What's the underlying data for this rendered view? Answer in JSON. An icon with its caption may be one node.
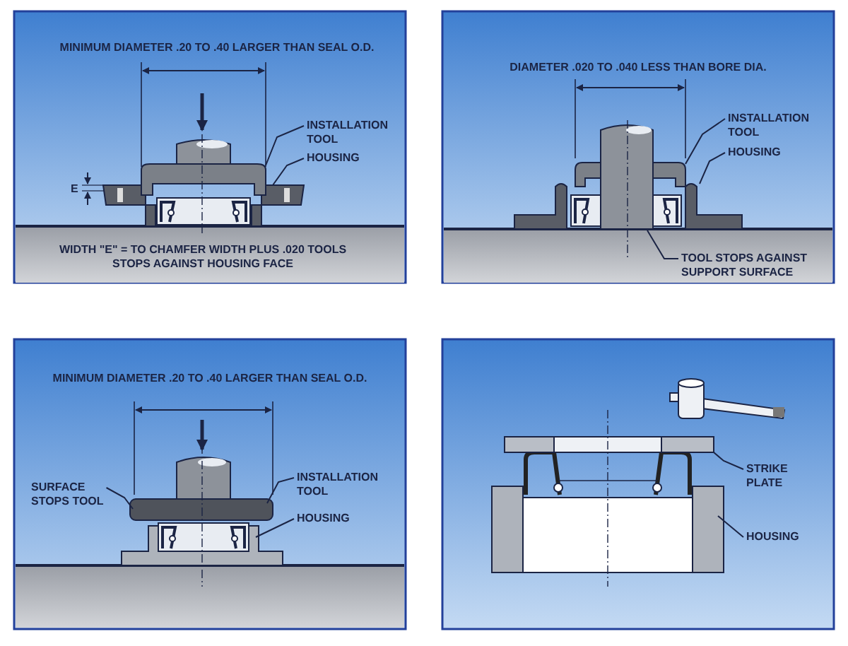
{
  "diagram": {
    "nodes": [
      {
        "text": [
          "INSTALLATION TOOL"
        ]
      },
      {
        "text": [
          "HOUSING"
        ]
      },
      {
        "text": [
          "INSTALLATION TOOL"
        ]
      },
      {
        "text": [
          "HOUSING"
        ]
      },
      {
        "text": [
          "TOOL STOPS AGAINST SUPPORT SURFACE"
        ]
      },
      {
        "text": [
          "SURFACE STOPS TOOL"
        ]
      },
      {
        "text": [
          "INSTALLATION TOOL"
        ]
      },
      {
        "text": [
          "HOUSING"
        ]
      },
      {
        "text": [
          "STRIKE PLATE"
        ]
      },
      {
        "text": [
          "HOUSING"
        ]
      }
    ],
    "edges": [
      {
        "from": 0,
        "to": null,
        "arrow": "none"
      },
      {
        "from": 1,
        "to": null,
        "arrow": "none"
      },
      {
        "from": 2,
        "to": null,
        "arrow": "none"
      },
      {
        "from": 3,
        "to": null,
        "arrow": "none"
      },
      {
        "from": 4,
        "to": null,
        "arrow": "none"
      },
      {
        "from": 5,
        "to": null,
        "arrow": "none"
      },
      {
        "from": 6,
        "to": null,
        "arrow": "none"
      },
      {
        "from": 7,
        "to": null,
        "arrow": "none"
      },
      {
        "from": 8,
        "to": null,
        "arrow": "none"
      },
      {
        "from": 9,
        "to": null,
        "arrow": "none"
      }
    ],
    "labels": [
      "MINIMUM DIAMETER .20 TO .40 LARGER THAN SEAL O.D.",
      "E",
      "WIDTH \"E\" = TO CHAMFER WIDTH PLUS .020 TOOLS STOPS AGAINST HOUSING FACE",
      "DIAMETER .020 TO .040 LESS THAN BORE DIA.",
      "MINIMUM DIAMETER .20 TO .40 LARGER THAN SEAL O.D."
    ]
  }
}
